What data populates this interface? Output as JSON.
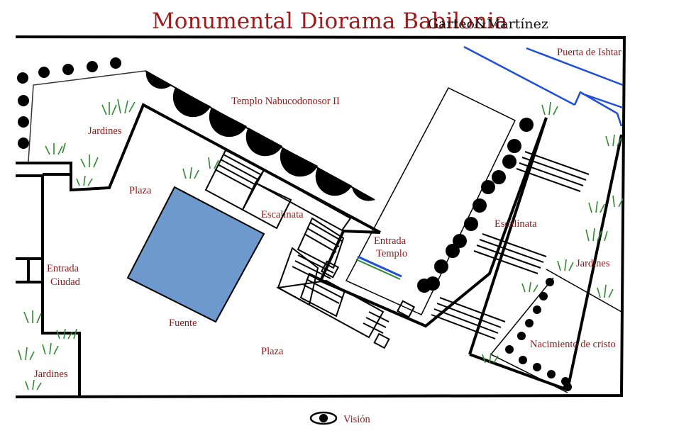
{
  "title": {
    "main": "Monumental Diorama Babilonia",
    "authors": "Garteo&Martínez"
  },
  "labels": {
    "templo": "Templo Nabucodonosor II",
    "puerta": "Puerta de Ishtar",
    "jardines_top": "Jardines",
    "plaza_top": "Plaza",
    "escalinata_left": "Escalinata",
    "entrada_templo_1": "Entrada",
    "entrada_templo_2": "Templo",
    "escalinata_right": "Escalinata",
    "jardines_right": "Jardines",
    "entrada_ciudad_1": "Entrada",
    "entrada_ciudad_2": "Ciudad",
    "fuente": "Fuente",
    "plaza_bottom": "Plaza",
    "nacimiento": "Nacimiento de cristo",
    "jardines_bottom": "Jardines"
  },
  "legend": {
    "icon": "eye-icon",
    "label": "Visión"
  },
  "colors": {
    "title": "#9b1c1c",
    "labels": "#8b1a1a",
    "fountain": "#6d99cc",
    "ishtar_gate": "#1f4fd6",
    "grass": "#2e8b2e"
  }
}
